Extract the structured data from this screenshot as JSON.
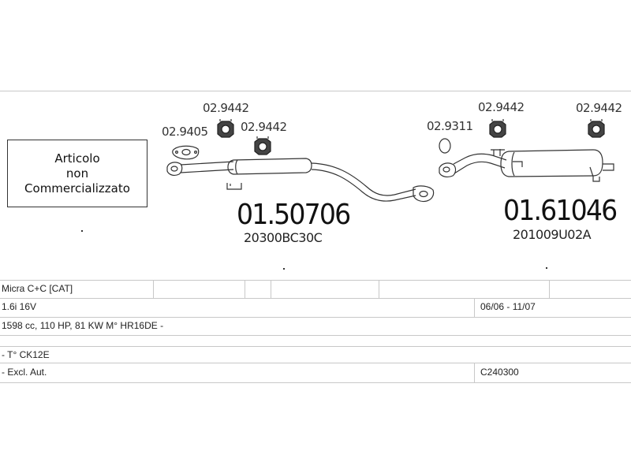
{
  "note_box": {
    "line1": "Articolo",
    "line2": "non",
    "line3": "Commercializzato"
  },
  "parts_left": {
    "gasket_a": "02.9405",
    "clamp_a": "02.9442",
    "clamp_b": "02.9442",
    "silencer_number": "01.50706",
    "silencer_oem": "20300BC30C"
  },
  "parts_right": {
    "ring": "02.9311",
    "clamp_c": "02.9442",
    "clamp_d": "02.9442",
    "silencer_number": "01.61046",
    "silencer_oem": "201009U02A"
  },
  "table": {
    "model": "Micra C+C  [CAT]",
    "engine": "1.6i 16V",
    "period": "06/06 - 11/07",
    "specs": "1598 cc, 110 HP, 81 KW M° HR16DE -",
    "type_code": "- T° CK12E",
    "exclusion": "- Excl. Aut.",
    "catalog_code": "C240300"
  }
}
